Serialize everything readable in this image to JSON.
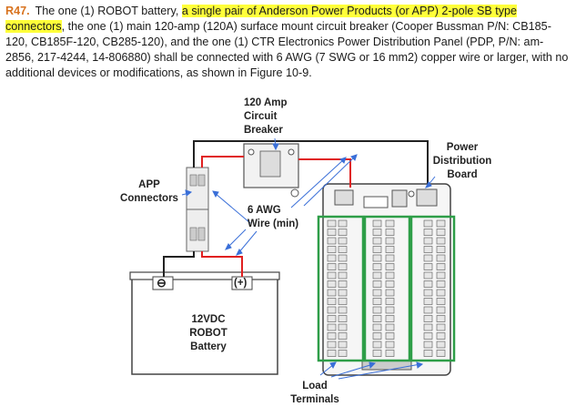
{
  "rule": {
    "number": "R47.",
    "text_before": "The one (1) ROBOT battery, ",
    "highlight_1": "a single pair of Anderson Power Products (or APP) 2-pole SB type",
    "highlight_2": "connectors",
    "text_after": ", the one (1) main 120-amp (120A) surface mount circuit breaker (Cooper Bussman P/N: CB185-120, CB185F-120, CB285-120), and the one (1) CTR Electronics Power Distribution Panel (PDP, P/N: am-2856, 217-4244, 14-806880) shall be connected with 6 AWG (7 SWG or 16 mm2) copper wire or larger, with no additional devices or modifications, as shown in Figure 10-9."
  },
  "figure": {
    "breaker_label": [
      "120 Amp",
      "Circuit",
      "Breaker"
    ],
    "pdp_label": [
      "Power",
      "Distribution",
      "Board"
    ],
    "app_label": [
      "APP",
      "Connectors"
    ],
    "wire_label": [
      "6 AWG",
      "Wire (min)"
    ],
    "battery_label": [
      "12VDC ROBOT",
      "Battery"
    ],
    "battery_neg": "⊖",
    "battery_pos": "(+)",
    "load_label": [
      "Load",
      "Terminals"
    ]
  },
  "colors": {
    "highlight": "#ffff3a",
    "rule_number": "#d8731f",
    "wire_red": "#e02020",
    "wire_black": "#222222",
    "arrow_blue": "#3a6fd8",
    "load_box_green": "#2e9e48"
  }
}
